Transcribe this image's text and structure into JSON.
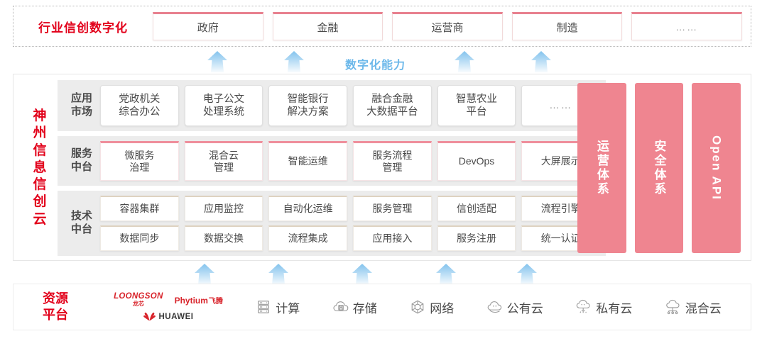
{
  "industry": {
    "title": "行业信创数字化",
    "boxes": [
      {
        "label": "政府"
      },
      {
        "label": "金融"
      },
      {
        "label": "运营商"
      },
      {
        "label": "制造"
      },
      {
        "label": "……"
      }
    ]
  },
  "capability_label": "数字化能力",
  "brand": {
    "vertical_text": [
      "神",
      "州",
      "信",
      "息",
      "信",
      "创",
      "云"
    ]
  },
  "layers": [
    {
      "key": "app-market",
      "label": [
        "应用",
        "市场"
      ],
      "cells": [
        "党政机关\n综合办公",
        "电子公文\n处理系统",
        "智能银行\n解决方案",
        "融合金融\n大数据平台",
        "智慧农业\n平台",
        "……"
      ]
    },
    {
      "key": "service-platform",
      "label": [
        "服务",
        "中台"
      ],
      "cells": [
        "微服务\n治理",
        "混合云\n管理",
        "智能运维",
        "服务流程\n管理",
        "DevOps",
        "大屏展示"
      ]
    },
    {
      "key": "tech-platform",
      "label": [
        "技术",
        "中台"
      ],
      "rows": [
        [
          "容器集群",
          "应用监控",
          "自动化运维",
          "服务管理",
          "信创适配",
          "流程引擎"
        ],
        [
          "数据同步",
          "数据交换",
          "流程集成",
          "应用接入",
          "服务注册",
          "统一认证"
        ]
      ]
    }
  ],
  "pillars": [
    {
      "text": "运营体系",
      "mode": "vertical-cjk"
    },
    {
      "text": "安全体系",
      "mode": "vertical-cjk"
    },
    {
      "text": "Open API",
      "mode": "vertical-latin"
    }
  ],
  "resource": {
    "title": [
      "资源",
      "平台"
    ],
    "vendors": [
      {
        "name": "LOONGSON",
        "sub": "龙芯"
      },
      {
        "name": "Phytium",
        "sub": "飞腾"
      },
      {
        "name": "HUAWEI",
        "sub": ""
      }
    ],
    "items": [
      {
        "label": "计算",
        "icon": "server-icon"
      },
      {
        "label": "存储",
        "icon": "cloud-storage-icon"
      },
      {
        "label": "网络",
        "icon": "network-icon"
      },
      {
        "label": "公有云",
        "icon": "public-cloud-icon"
      },
      {
        "label": "私有云",
        "icon": "private-cloud-icon"
      },
      {
        "label": "混合云",
        "icon": "hybrid-cloud-icon"
      }
    ]
  },
  "arrows": {
    "top_positions": [
      306,
      414,
      654,
      762
    ],
    "bottom_positions": [
      288,
      392,
      510,
      628,
      742
    ]
  },
  "colors": {
    "brand_red": "#e2001a",
    "pillar_pink": "#ef8590",
    "accent_blue": "#6cb8ea",
    "service_top_border": "#ef8e9b",
    "tech_top_border": "#ded2c0",
    "layer_bg": "#ececec"
  }
}
